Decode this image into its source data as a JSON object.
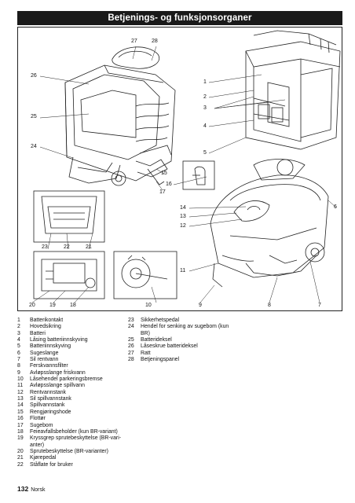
{
  "page": {
    "title": "Betjenings- og funksjonsorganer",
    "page_number": "132",
    "language": "Norsk"
  },
  "callouts": {
    "c1": "1",
    "c2": "2",
    "c3": "3",
    "c4": "4",
    "c5": "5",
    "c6": "6",
    "c7": "7",
    "c8": "8",
    "c9": "9",
    "c10": "10",
    "c11": "11",
    "c12": "12",
    "c13": "13",
    "c14": "14",
    "c15": "15",
    "c16": "16",
    "c17": "17",
    "c18": "18",
    "c19": "19",
    "c20": "20",
    "c21": "21",
    "c22": "22",
    "c23": "23",
    "c24": "24",
    "c25": "25",
    "c26": "26",
    "c27": "27",
    "c28": "28"
  },
  "legend_left": [
    {
      "num": "1",
      "text": "Batterikontakt"
    },
    {
      "num": "2",
      "text": "Hovedsikring"
    },
    {
      "num": "3",
      "text": "Batteri"
    },
    {
      "num": "4",
      "text": "Låsing batteriinnskyving"
    },
    {
      "num": "5",
      "text": "Batteriinnskyving"
    },
    {
      "num": "6",
      "text": "Sugeslange"
    },
    {
      "num": "7",
      "text": "Sil rentvann"
    },
    {
      "num": "8",
      "text": "Ferskvannsfilter"
    },
    {
      "num": "9",
      "text": "Avløpsslange friskvann"
    },
    {
      "num": "10",
      "text": "Låsehendel parkeringsbremse"
    },
    {
      "num": "11",
      "text": "Avløpsslange spillvann"
    },
    {
      "num": "12",
      "text": "Rentvannstank"
    },
    {
      "num": "13",
      "text": "Sil spillvannstank"
    },
    {
      "num": "14",
      "text": "Spillvannstank"
    },
    {
      "num": "15",
      "text": "Rengjøringshode"
    },
    {
      "num": "16",
      "text": "Flottør"
    },
    {
      "num": "17",
      "text": "Sugebom"
    },
    {
      "num": "18",
      "text": "Feieavfallsbeholder (kun BR-variant)"
    },
    {
      "num": "19",
      "text": "Kryssgrep sprutebeskyttelse (BR-vari-anter)"
    },
    {
      "num": "20",
      "text": "Sprutebeskyttelse (BR-varianter)"
    },
    {
      "num": "21",
      "text": "Kjørepedal"
    },
    {
      "num": "22",
      "text": "Ståflate for bruker"
    }
  ],
  "legend_right": [
    {
      "num": "23",
      "text": "Sikkerhetspedal"
    },
    {
      "num": "24",
      "text": "Hendel for senking av sugebom (kun BR)"
    },
    {
      "num": "25",
      "text": "Batterideksel"
    },
    {
      "num": "26",
      "text": "Låseskrue batterideksel"
    },
    {
      "num": "27",
      "text": "Ratt"
    },
    {
      "num": "28",
      "text": "Betjeningspanel"
    }
  ]
}
